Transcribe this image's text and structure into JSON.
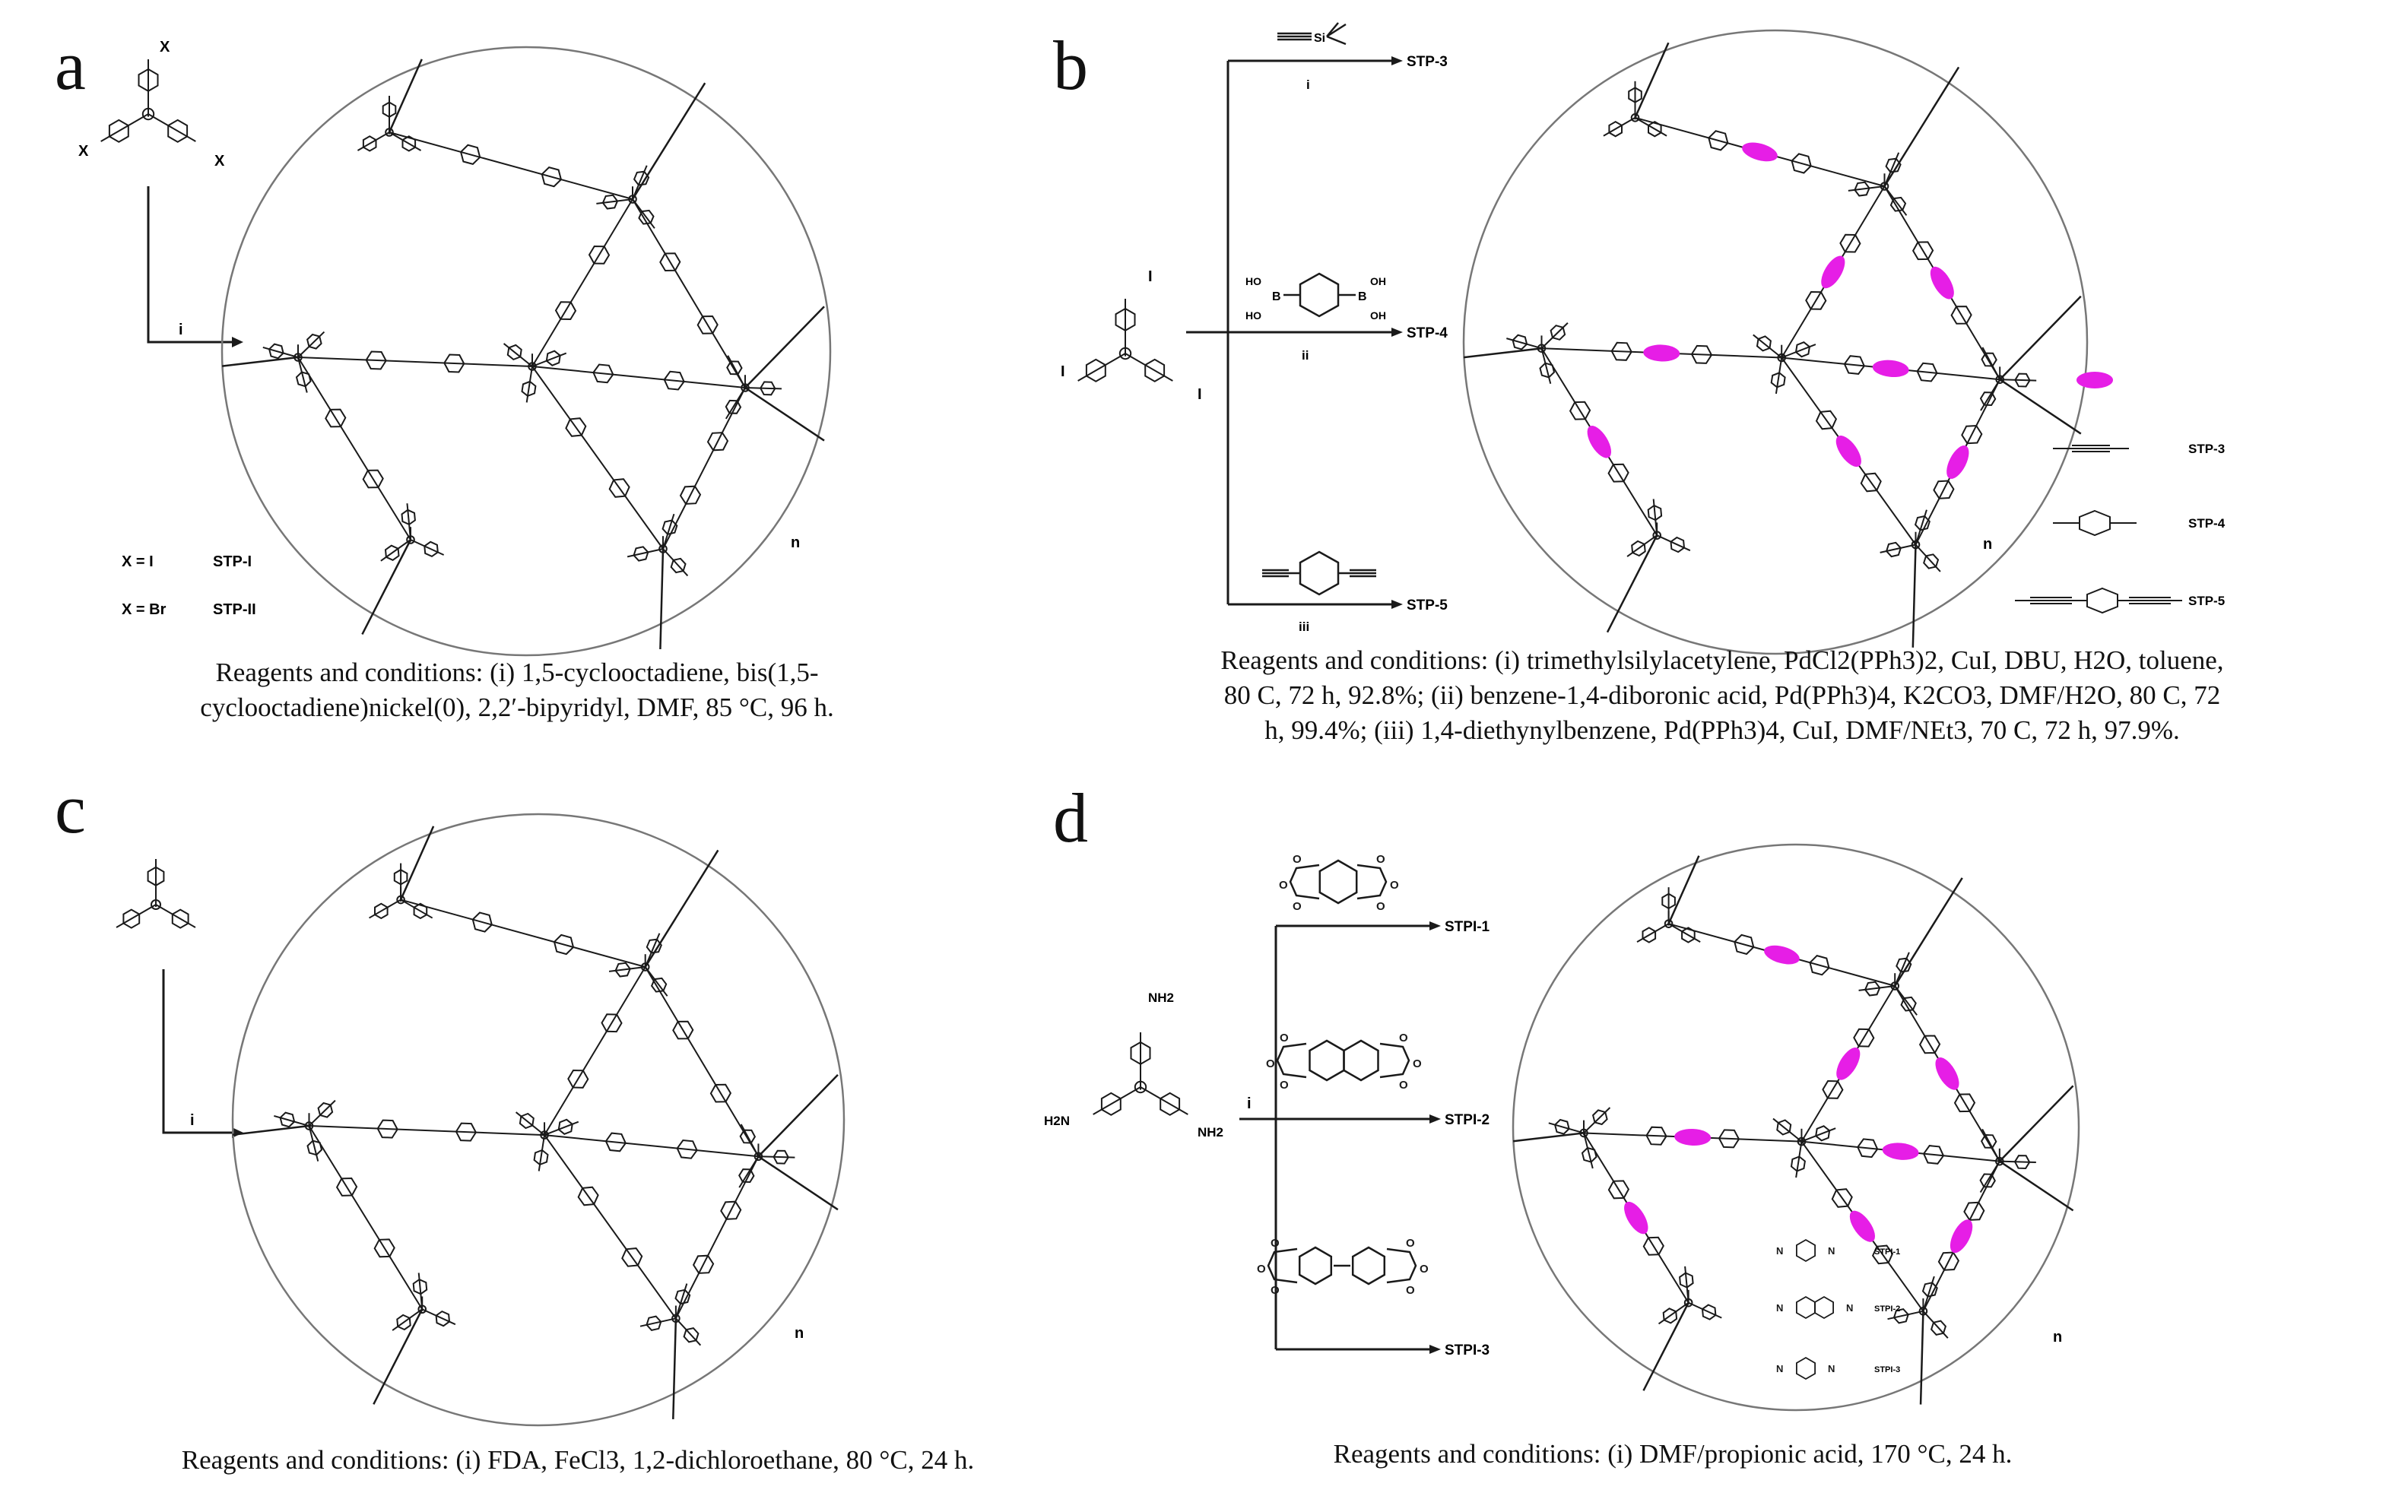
{
  "panels": {
    "a": {
      "label": "a",
      "monomer_subst": "X",
      "reagent_arrow": "i",
      "key": [
        {
          "cond": "X = I",
          "product": "STP-I"
        },
        {
          "cond": "X = Br",
          "product": "STP-II"
        }
      ],
      "repeat": "n",
      "caption_lines": [
        "Reagents and conditions: (i) 1,5-cyclooctadiene, bis(1,5-",
        "cyclooctadiene)nickel(0), 2,2′-bipyridyl, DMF, 85 °C, 96 h."
      ]
    },
    "b": {
      "label": "b",
      "monomer_subst": "I",
      "routes": [
        {
          "reagent": "i",
          "product": "STP-3"
        },
        {
          "reagent": "ii",
          "product": "STP-4"
        },
        {
          "reagent": "iii",
          "product": "STP-5"
        }
      ],
      "reagent_atoms": {
        "si": "Si",
        "b": "B",
        "ho": "HO",
        "oh": "OH"
      },
      "legend": [
        "STP-3",
        "STP-4",
        "STP-5"
      ],
      "repeat": "n",
      "caption_lines": [
        "Reagents and conditions: (i) trimethylsilylacetylene, PdCl2(PPh3)2, CuI, DBU, H2O, toluene,",
        "80 C, 72 h, 92.8%; (ii) benzene-1,4-diboronic acid, Pd(PPh3)4, K2CO3, DMF/H2O, 80 C, 72",
        "h, 99.4%; (iii) 1,4-diethynylbenzene, Pd(PPh3)4, CuI, DMF/NEt3, 70 C, 72 h, 97.9%."
      ]
    },
    "c": {
      "label": "c",
      "reagent_arrow": "i",
      "repeat": "n",
      "caption_lines": [
        "Reagents and conditions: (i) FDA, FeCl3, 1,2-dichloroethane, 80 °C, 24 h."
      ]
    },
    "d": {
      "label": "d",
      "monomer_subst": "NH2",
      "monomer_subst_left": "H2N",
      "reagent_arrow": "i",
      "products": [
        "STPI-1",
        "STPI-2",
        "STPI-3"
      ],
      "atoms": {
        "o": "O",
        "n": "N"
      },
      "repeat": "n",
      "caption_lines": [
        "Reagents and conditions: (i) DMF/propionic acid, 170 °C, 24 h."
      ]
    }
  },
  "colors": {
    "linker": "#e61ee6",
    "ink": "#1a1a1a",
    "circle": "#777777"
  }
}
